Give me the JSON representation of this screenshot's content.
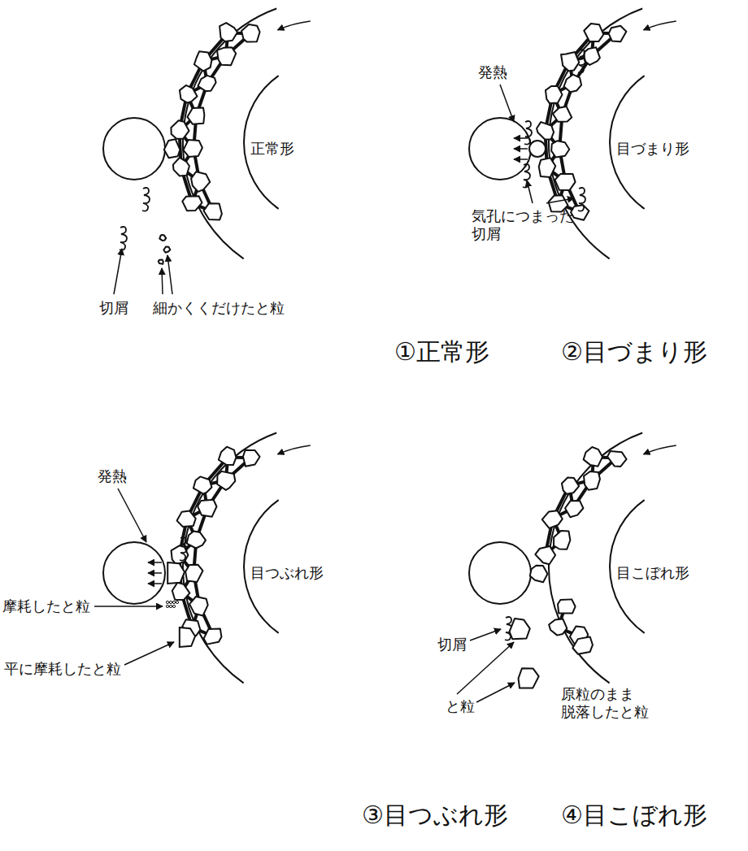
{
  "diagram": {
    "labels": [
      "正常形",
      "切屑",
      "細かくくだけたと粒",
      "①正常形",
      "発熱",
      "目づまり形",
      "気孔につまった 切屑",
      "②目づまり形",
      "発熱",
      "目つぶれ形",
      "摩耗したと粒",
      "平に摩耗したと粒",
      "③目つぶれ形",
      "目こぼれ形",
      "切屑",
      "と粒",
      "原粒のまま 脱落したと粒",
      "④目こぼれ形"
    ]
  }
}
